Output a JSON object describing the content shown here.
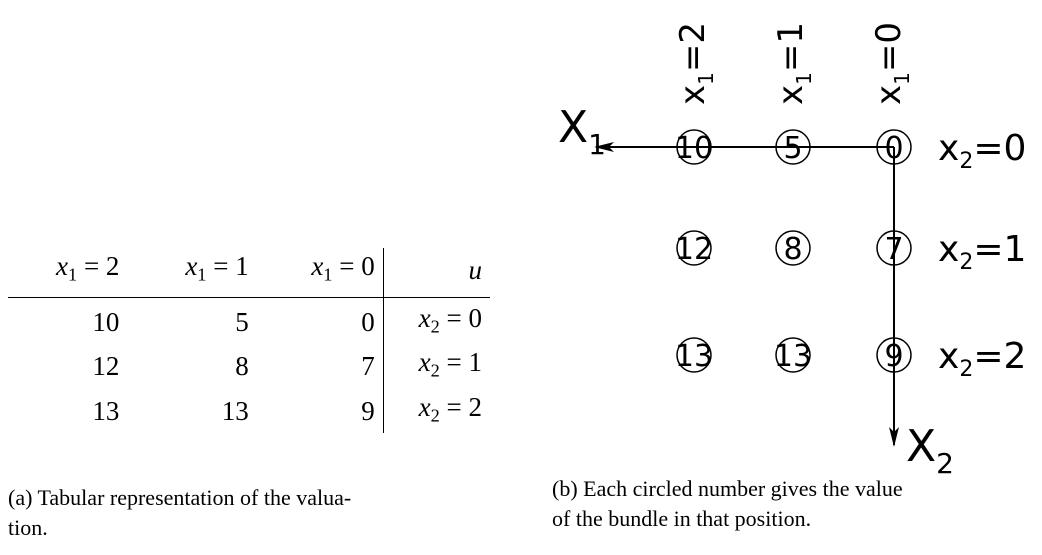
{
  "table": {
    "header": [
      "x1 = 2",
      "x1 = 1",
      "x1 = 0",
      "u"
    ],
    "rows": [
      {
        "values": [
          "10",
          "5",
          "0"
        ],
        "label": "x2 = 0"
      },
      {
        "values": [
          "12",
          "8",
          "7"
        ],
        "label": "x2 = 1"
      },
      {
        "values": [
          "13",
          "13",
          "9"
        ],
        "label": "x2 = 2"
      }
    ]
  },
  "caption_a": {
    "line1": "(a) Tabular representation of the valua-",
    "line2": "tion."
  },
  "caption_b": {
    "line1": "(b) Each circled number gives the value",
    "line2": "of the bundle in that position."
  },
  "diagram": {
    "axis_x1": "X",
    "axis_x1_sub": "1",
    "axis_x2": "X",
    "axis_x2_sub": "2",
    "column_labels": [
      {
        "var": "x",
        "sub": "1",
        "eq": "=2"
      },
      {
        "var": "x",
        "sub": "1",
        "eq": "=1"
      },
      {
        "var": "x",
        "sub": "1",
        "eq": "=0"
      }
    ],
    "row_labels": [
      {
        "var": "x",
        "sub": "2",
        "eq": "=0"
      },
      {
        "var": "x",
        "sub": "2",
        "eq": "=1"
      },
      {
        "var": "x",
        "sub": "2",
        "eq": "=2"
      }
    ],
    "grid": [
      [
        "10",
        "5",
        "0"
      ],
      [
        "12",
        "8",
        "7"
      ],
      [
        "13",
        "13",
        "9"
      ]
    ]
  }
}
